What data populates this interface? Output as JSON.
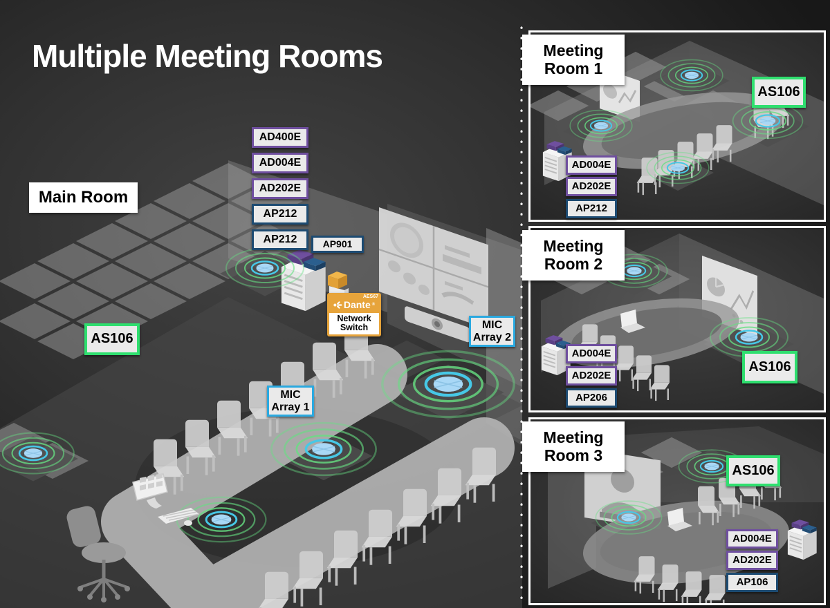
{
  "title": "Multiple Meeting Rooms",
  "colors": {
    "device_purple_border": "#6f4f9f",
    "device_navy_border": "#1d4b72",
    "mic_blue_border": "#2aa9e0",
    "speaker_green_border": "#2fdf6f",
    "dante_amber": "#e7a43b",
    "label_background": "#eaeaea",
    "ring_green": "#66df82",
    "speaker_blue": "#a9d8f6"
  },
  "icons": {
    "dante_logo": "dante-asterisk",
    "ceiling_speaker": "speaker-with-sound-rings"
  },
  "main_room": {
    "label": "Main Room",
    "device_stack": [
      {
        "label": "AD400E",
        "type": "purple"
      },
      {
        "label": "AD004E",
        "type": "purple"
      },
      {
        "label": "AD202E",
        "type": "purple"
      },
      {
        "label": "AP212",
        "type": "navy"
      },
      {
        "label": "AP212",
        "type": "navy"
      }
    ],
    "side_device": {
      "label": "AP901",
      "type": "navy"
    },
    "speaker_label": {
      "label": "AS106",
      "type": "green"
    },
    "mic_array_1": {
      "line1": "MIC",
      "line2": "Array 1",
      "type": "blue"
    },
    "mic_array_2": {
      "line1": "MIC",
      "line2": "Array 2",
      "type": "blue"
    },
    "dante": {
      "brand": "Dante",
      "reg": "®",
      "standard": "AES67",
      "line1": "Network",
      "line2": "Switch"
    }
  },
  "rooms": [
    {
      "name_line1": "Meeting",
      "name_line2": "Room 1",
      "devices": [
        {
          "label": "AD004E",
          "type": "purple"
        },
        {
          "label": "AD202E",
          "type": "purple"
        },
        {
          "label": "AP212",
          "type": "navy"
        }
      ],
      "speaker_label": {
        "label": "AS106",
        "type": "green"
      }
    },
    {
      "name_line1": "Meeting",
      "name_line2": "Room 2",
      "devices": [
        {
          "label": "AD004E",
          "type": "purple"
        },
        {
          "label": "AD202E",
          "type": "purple"
        },
        {
          "label": "AP206",
          "type": "navy"
        }
      ],
      "speaker_label": {
        "label": "AS106",
        "type": "green"
      }
    },
    {
      "name_line1": "Meeting",
      "name_line2": "Room 3",
      "devices": [
        {
          "label": "AD004E",
          "type": "purple"
        },
        {
          "label": "AD202E",
          "type": "purple"
        },
        {
          "label": "AP106",
          "type": "navy"
        }
      ],
      "speaker_label": {
        "label": "AS106",
        "type": "green"
      }
    }
  ]
}
